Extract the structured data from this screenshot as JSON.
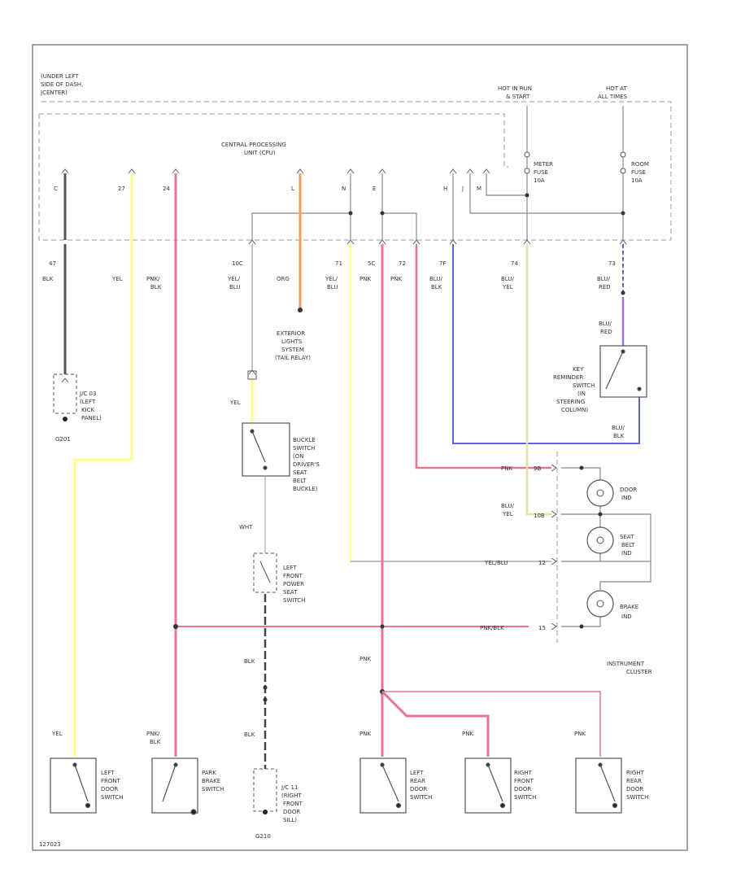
{
  "colors": {
    "yellow": "#ffff80",
    "pink": "#f07090",
    "orange": "#f0a050",
    "blue": "#6060e0",
    "purple": "#a070e0",
    "green_yellow": "#d8e8a0",
    "gray": "#808080",
    "black": "#222222",
    "dashed": "#999999"
  },
  "location": {
    "line1": "(UNDER LEFT",
    "line2": "SIDE OF DASH,",
    "line3": "JCENTER)"
  },
  "power": {
    "hot_in_run": {
      "line1": "HOT IN RUN",
      "line2": "& START"
    },
    "hot_at_all": {
      "line1": "HOT AT",
      "line2": "ALL TIMES"
    }
  },
  "cpu": {
    "line1": "CENTRAL PROCESSING",
    "line2": "UNIT (CPU)"
  },
  "pins": [
    "C",
    "27",
    "24",
    "L",
    "N",
    "E",
    "H",
    "J",
    "M"
  ],
  "fuses": {
    "meter": {
      "line1": "METER",
      "line2": "FUSE",
      "line3": "10A"
    },
    "room": {
      "line1": "ROOM",
      "line2": "FUSE",
      "line3": "10A"
    }
  },
  "circuits": {
    "c47": "47",
    "c10c": "10C",
    "c71": "71",
    "c5c": "5C",
    "c72": "72",
    "c7f": "7F",
    "c74": "74",
    "c73": "73"
  },
  "wires": {
    "blk": "BLK",
    "yel": "YEL",
    "pnk_blk": {
      "line1": "PNK/",
      "line2": "BLK"
    },
    "yel_blu": {
      "line1": "YEL/",
      "line2": "BLU"
    },
    "org": "ORG",
    "pnk": "PNK",
    "blu_blk": {
      "line1": "BLU/",
      "line2": "BLK"
    },
    "blu_yel": {
      "line1": "BLU/",
      "line2": "YEL"
    },
    "blu_red": {
      "line1": "BLU/",
      "line2": "RED"
    },
    "wht": "WHT"
  },
  "components": {
    "ext_lights": {
      "line1": "EXTERIOR",
      "line2": "LIGHTS",
      "line3": "SYSTEM",
      "line4": "(TAIL RELAY)"
    },
    "key_reminder": {
      "line1": "KEY",
      "line2": "REMINDER",
      "line3": "SWITCH",
      "line4": "(IN",
      "line5": "STEERING",
      "line6": "COLUMN)"
    },
    "jc03": {
      "line1": "J/C 03",
      "line2": "(LEFT",
      "line3": "KICK",
      "line4": "PANEL)"
    },
    "g201": "G201",
    "buckle": {
      "line1": "BUCKLE",
      "line2": "SWITCH",
      "line3": "(ON",
      "line4": "DRIVER'S",
      "line5": "SEAT",
      "line6": "BELT",
      "line7": "BUCKLE)"
    },
    "power_seat": {
      "line1": "LEFT",
      "line2": "FRONT",
      "line3": "POWER",
      "line4": "SEAT",
      "line5": "SWITCH"
    },
    "door_ind": {
      "line1": "DOOR",
      "line2": "IND"
    },
    "belt_ind": {
      "line1": "SEAT",
      "line2": "BELT",
      "line3": "IND"
    },
    "brake_ind": {
      "line1": "BRAKE",
      "line2": "IND"
    },
    "cluster": {
      "line1": "INSTRUMENT",
      "line2": "CLUSTER"
    },
    "lf_door": {
      "line1": "LEFT",
      "line2": "FRONT",
      "line3": "DOOR",
      "line4": "SWITCH"
    },
    "park_brake": {
      "line1": "PARK",
      "line2": "BRAKE",
      "line3": "SWITCH"
    },
    "jc11": {
      "line1": "J/C 11",
      "line2": "(RIGHT",
      "line3": "FRONT",
      "line4": "DOOR",
      "line5": "SILL)"
    },
    "g210": "G210",
    "lr_door": {
      "line1": "LEFT",
      "line2": "REAR",
      "line3": "DOOR",
      "line4": "SWITCH"
    },
    "rf_door": {
      "line1": "RIGHT",
      "line2": "FRONT",
      "line3": "DOOR",
      "line4": "SWITCH"
    },
    "rr_door": {
      "line1": "RIGHT",
      "line2": "REAR",
      "line3": "DOOR",
      "line4": "SWITCH"
    }
  },
  "cluster_pins": {
    "pnk_in": {
      "wire": "PNK",
      "pin": "9B"
    },
    "bluyel_in": {
      "wire": "",
      "pin": "10B"
    },
    "yelblu_in": {
      "wire": "YEL/BLU",
      "pin": "12"
    },
    "pnkblk_in": {
      "wire": "PNK/BLK",
      "pin": "15"
    }
  },
  "footer": "127023"
}
